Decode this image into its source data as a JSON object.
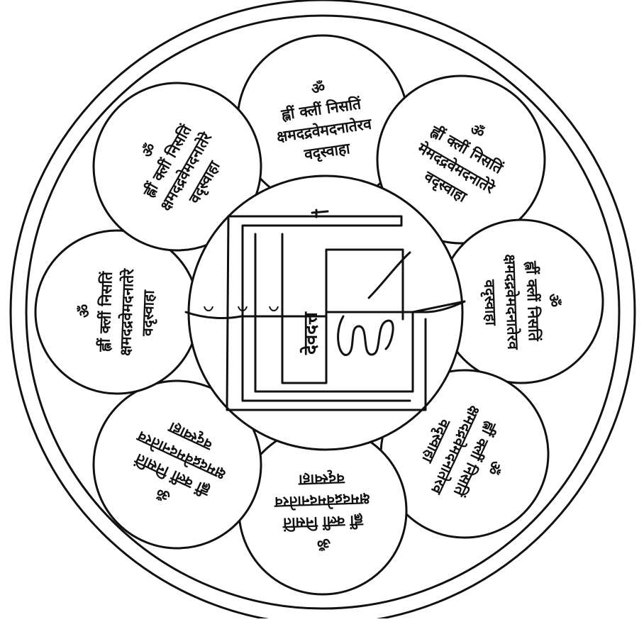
{
  "petals": [
    {
      "id": "top",
      "lines": [
        "ॐ",
        "ह्लीं क्लीं निसतिं",
        "क्षमदद्रवेमदनातेरव",
        "वदृस्वाहा"
      ]
    },
    {
      "id": "upper-right",
      "lines": [
        "ॐ",
        "ह्लीं क्लीं निसतिं",
        "मेमदद्रवेमदनातेरे",
        "वदृस्वाहा"
      ]
    },
    {
      "id": "right",
      "lines": [
        "ॐ",
        "ह्लीं क्लीं निसतिं",
        "क्षमदद्रवेमदनातेरव",
        "वदृस्वाहा"
      ]
    },
    {
      "id": "lower-right",
      "lines": [
        "ॐ",
        "ह्लीं क्लीं निसतिं",
        "क्षमदद्रवेमदनातेरव",
        "वदृस्वाहा"
      ]
    },
    {
      "id": "bottom",
      "lines": [
        "ॐ",
        "ह्लीं क्लीं निसतिं",
        "क्षमदद्रवेमदनातेरव",
        "वदृस्वाहा"
      ]
    },
    {
      "id": "lower-left",
      "lines": [
        "ॐ",
        "ह्लीं क्लीं निसतिं",
        "क्षमदद्रवेमदनातेरव",
        "वदृस्वाहा"
      ]
    },
    {
      "id": "left",
      "lines": [
        "ॐ",
        "ह्लीं क्लीं निसतिं",
        "क्षमदद्रवेमदनातेरे",
        "वदृस्वाहा"
      ]
    },
    {
      "id": "upper-left",
      "lines": [
        "ॐ",
        "ह्लीं क्लीं निसतिं",
        "क्षमदद्रवेमदनातेरे",
        "वदृस्वाहा"
      ]
    }
  ],
  "center": {
    "inscription": "देवदत्त"
  }
}
